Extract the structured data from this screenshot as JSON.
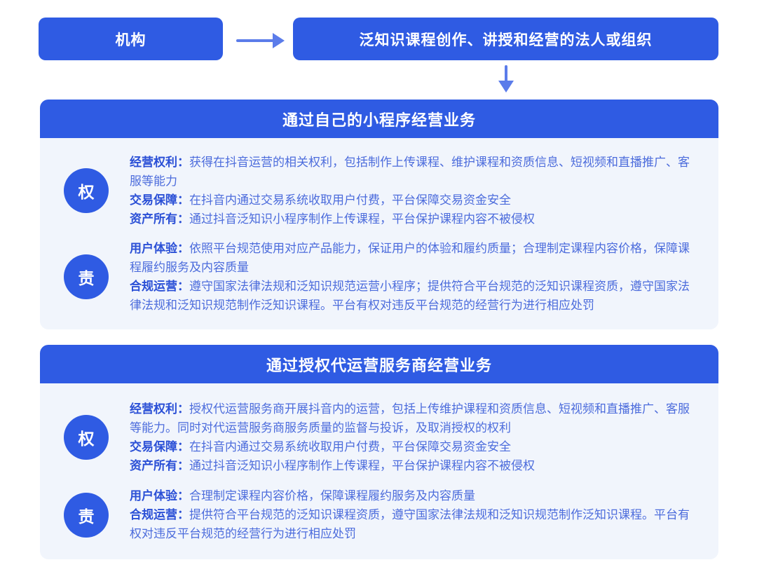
{
  "colors": {
    "primary": "#2F5BE3",
    "arrow": "#5B7CEA",
    "panel_bg": "#F1F5FC",
    "label_text": "#2B50D6",
    "body_text": "#4C6CDC"
  },
  "flow": {
    "source_box": "机构",
    "target_box": "泛知识课程创作、讲授和经营的法人或组织"
  },
  "panels": [
    {
      "title": "通过自己的小程序经营业务",
      "sections": [
        {
          "badge": "权",
          "items": [
            {
              "label": "经营权利：",
              "text": "获得在抖音运营的相关权利，包括制作上传课程、维护课程和资质信息、短视频和直播推广、客服等能力"
            },
            {
              "label": "交易保障：",
              "text": "在抖音内通过交易系统收取用户付费，平台保障交易资金安全"
            },
            {
              "label": "资产所有：",
              "text": "通过抖音泛知识小程序制作上传课程，平台保护课程内容不被侵权"
            }
          ]
        },
        {
          "badge": "责",
          "items": [
            {
              "label": "用户体验：",
              "text": "依照平台规范使用对应产品能力，保证用户的体验和履约质量；合理制定课程内容价格，保障课程履约服务及内容质量"
            },
            {
              "label": "合规运营：",
              "text": "遵守国家法律法规和泛知识规范运营小程序；提供符合平台规范的泛知识课程资质，遵守国家法律法规和泛知识规范制作泛知识课程。平台有权对违反平台规范的经营行为进行相应处罚"
            }
          ]
        }
      ]
    },
    {
      "title": "通过授权代运营服务商经营业务",
      "sections": [
        {
          "badge": "权",
          "items": [
            {
              "label": "经营权利：",
              "text": "授权代运营服务商开展抖音内的运营，包括上传维护课程和资质信息、短视频和直播推广、客服等能力。同时对代运营服务商服务质量的监督与投诉，及取消授权的权利"
            },
            {
              "label": "交易保障：",
              "text": "在抖音内通过交易系统收取用户付费，平台保障交易资金安全"
            },
            {
              "label": "资产所有：",
              "text": "通过抖音泛知识小程序制作上传课程，平台保护课程内容不被侵权"
            }
          ]
        },
        {
          "badge": "责",
          "items": [
            {
              "label": "用户体验：",
              "text": "合理制定课程内容价格，保障课程履约服务及内容质量"
            },
            {
              "label": "合规运营：",
              "text": "提供符合平台规范的泛知识课程资质，遵守国家法律法规和泛知识规范制作泛知识课程。平台有权对违反平台规范的经营行为进行相应处罚"
            }
          ]
        }
      ]
    }
  ]
}
